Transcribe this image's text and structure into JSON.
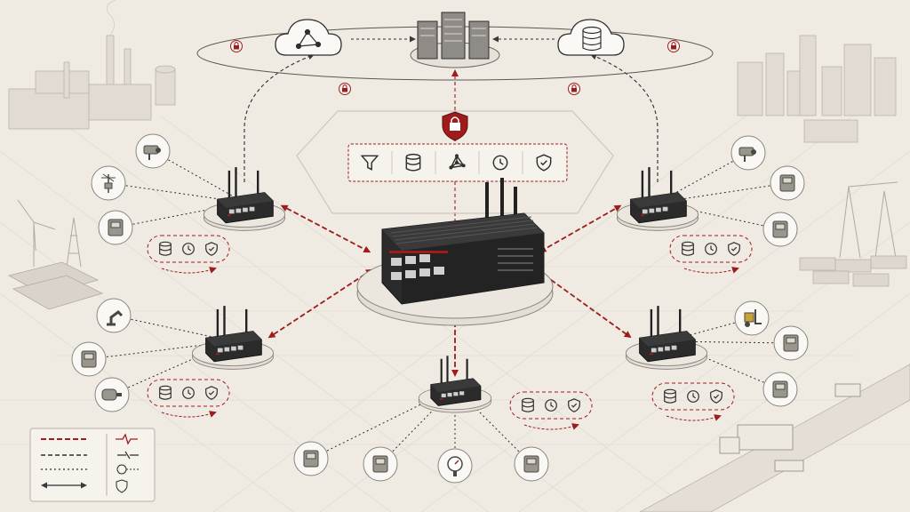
{
  "colors": {
    "background": "#efeae2",
    "accent_red": "#9e1c1c",
    "ink": "#2e2e2e",
    "device_body": "#2b2b2b",
    "panel_fill": "#f6f2ec",
    "platform": "#e2ddd5"
  },
  "cloud_tier": [
    {
      "id": "analytics-cloud",
      "icon": "network-graph-icon"
    },
    {
      "id": "data-center",
      "icon": "server-rack-icon"
    },
    {
      "id": "storage-cloud",
      "icon": "database-icon"
    }
  ],
  "central_gateway": {
    "icon": "industrial-gateway-icon",
    "badge_icon": "shield-lock-icon",
    "functions": [
      {
        "icon": "filter-icon"
      },
      {
        "icon": "database-icon"
      },
      {
        "icon": "network-graph-icon"
      },
      {
        "icon": "clock-icon"
      },
      {
        "icon": "shield-icon"
      }
    ]
  },
  "edge_nodes": [
    {
      "id": "edge-top-left",
      "sensors": [
        "security-camera-icon",
        "weather-station-icon",
        "proximity-sensor-icon"
      ]
    },
    {
      "id": "edge-top-right",
      "sensors": [
        "dome-camera-icon",
        "control-cabinet-icon",
        "wireless-sensor-icon"
      ]
    },
    {
      "id": "edge-bottom-left",
      "sensors": [
        "robot-arm-icon",
        "plc-module-icon",
        "electric-motor-icon"
      ]
    },
    {
      "id": "edge-bottom-right",
      "sensors": [
        "forklift-icon",
        "handheld-scanner-icon",
        "hvac-unit-icon"
      ]
    },
    {
      "id": "edge-bottom-center",
      "sensors": [
        "power-meter-icon",
        "flow-valve-icon",
        "pressure-gauge-icon",
        "temperature-probe-icon"
      ]
    }
  ],
  "node_function_icons": [
    "database-icon",
    "clock-icon",
    "shield-icon"
  ],
  "legend": {
    "line_styles": [
      "dashed-red-arrow",
      "dashed-black",
      "dotted-black",
      "double-arrow"
    ],
    "symbols": [
      "signal-icon",
      "link-icon",
      "clock-icon",
      "shield-icon"
    ]
  },
  "backdrop": [
    "factory-skyline",
    "city-skyline",
    "wind-turbine",
    "solar-panels",
    "shipping-cranes",
    "highway-trucks"
  ]
}
